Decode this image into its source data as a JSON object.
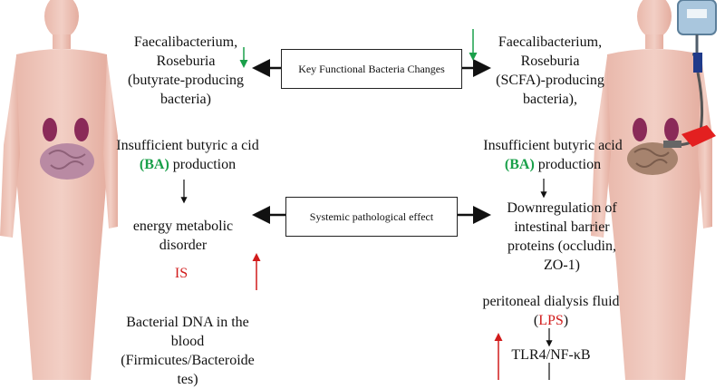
{
  "left": {
    "bacteria_line1": "Faecalibacterium,",
    "bacteria_line2": "Roseburia",
    "bacteria_line3": "(butyrate-producing",
    "bacteria_line4": "bacteria)",
    "butyric_line1": "Insufficient butyric a cid",
    "ba": "(BA)",
    "production": " production",
    "energy_line1": "energy metabolic",
    "energy_line2": "disorder",
    "is_label": "IS",
    "dna_line1": "Bacterial DNA in the",
    "dna_line2": "blood",
    "dna_line3": "(Firmicutes/Bacteroide",
    "dna_line4": "tes)"
  },
  "center": {
    "key_box": "Key Functional Bacteria Changes",
    "systemic_box": "Systemic pathological effect"
  },
  "right": {
    "bacteria_line1": "Faecalibacterium,",
    "bacteria_line2": "Roseburia",
    "bacteria_line3": "(SCFA)-producing",
    "bacteria_line4": "bacteria),",
    "butyric_line1": "Insufficient butyric acid",
    "ba": "(BA)",
    "production": " production",
    "down_line1": "Downregulation of",
    "down_line2": "intestinal barrier",
    "down_line3": "proteins (occludin,",
    "down_line4": "ZO-1)",
    "pd_line1": "peritoneal dialysis fluid",
    "lps_open": "(",
    "lps": "LPS",
    "lps_close": ")",
    "tlr": "TLR4/NF-κB"
  },
  "colors": {
    "green": "#1aa04a",
    "red": "#d11b1b",
    "skin": "#ebc1b6"
  }
}
